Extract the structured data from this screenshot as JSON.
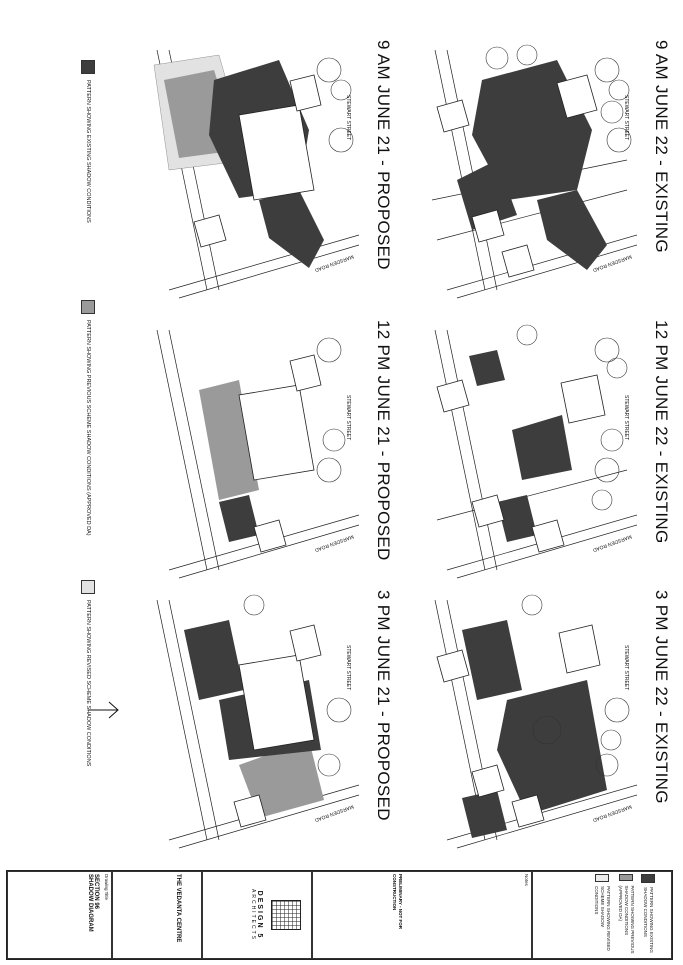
{
  "panels": [
    {
      "title": "9 AM JUNE 22 - EXISTING",
      "street": "STEWART STREET",
      "road": "MARSDEN ROAD",
      "proposed": false
    },
    {
      "title": "12 PM JUNE 22 - EXISTING",
      "street": "STEWART STREET",
      "road": "MARSDEN ROAD",
      "proposed": false
    },
    {
      "title": "3 PM JUNE 22 - EXISTING",
      "street": "STEWART STREET",
      "road": "MARSDEN ROAD",
      "proposed": false
    },
    {
      "title": "9 AM JUNE 21 - PROPOSED",
      "street": "STEWART STREET",
      "road": "MARSDEN ROAD",
      "proposed": true
    },
    {
      "title": "12 PM JUNE 21 - PROPOSED",
      "street": "STEWART STREET",
      "road": "MARSDEN ROAD",
      "proposed": true
    },
    {
      "title": "3 PM JUNE 21 - PROPOSED",
      "street": "STEWART STREET",
      "road": "MARSDEN ROAD",
      "proposed": true
    }
  ],
  "legend": [
    {
      "text": "PATTERN SHOWING EXISTING SHADOW CONDITIONS",
      "color": "#3d3d3d"
    },
    {
      "text": "PATTERN SHOWING PREVIOUS SCHEME SHADOW CONDITIONS (APPROVED DA)",
      "color": "#9a9a9a"
    },
    {
      "text": "PATTERN SHOWING REVISED SCHEME SHADOW CONDITIONS",
      "color": "#e2e2e2"
    }
  ],
  "titleblock": {
    "legend_items": [
      {
        "text": "PATTERN SHOWING EXISTING SHADOW CONDITIONS",
        "color": "#3d3d3d"
      },
      {
        "text": "PATTERN SHOWING PREVIOUS SHADOW CONDITIONS (APPROVED DA)",
        "color": "#9a9a9a"
      },
      {
        "text": "PATTERN SHOWING REVISED SCHEME SHADOW CONDITIONS",
        "color": "#ececec"
      }
    ],
    "notes_label": "Notes",
    "status": "PRELIMINARY - NOT FOR CONSTRUCTION",
    "firm": "DESIGN 5",
    "firm_sub": "ARCHITECTS",
    "project": "THE VEDANTA CENTRE",
    "drawing_title_label": "Drawing Title",
    "drawing_title": "SECTION 96",
    "drawing_subtitle": "SHADOW DIAGRAM"
  },
  "colors": {
    "existing": "#3d3d3d",
    "approved": "#9a9a9a",
    "revised": "#e2e2e2",
    "line": "#222222"
  }
}
